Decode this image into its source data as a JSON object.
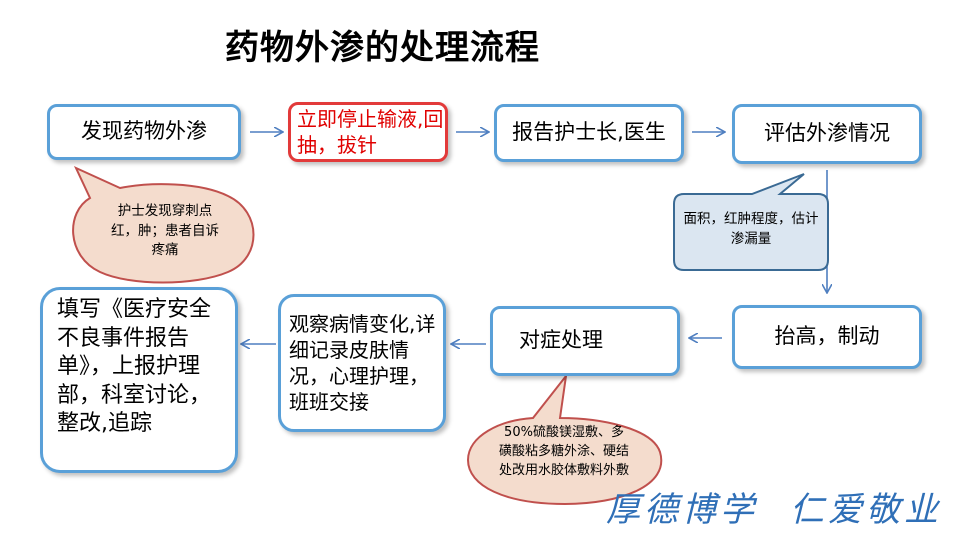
{
  "title": "药物外渗的处理流程",
  "steps": {
    "discover": "发现药物外渗",
    "stop": "立即停止输液,回抽，拔针",
    "report": "报告护士长,医生",
    "assess": "评估外渗情况",
    "elevate": "抬高，制动",
    "treat": "对症处理",
    "observe": "观察病情变化,详细记录皮肤情况，心理护理，班班交接",
    "fill": "填写《医疗安全不良事件报告单》，上报护理部，科室讨论，整改,追踪"
  },
  "notes": {
    "discover_note": "护士发现穿刺点红，肿；患者自诉疼痛",
    "assess_note": "面积，红肿程度，估计渗漏量",
    "treat_note": "50%硫酸镁湿敷、多磺酸粘多糖外涂、硬结处改用水胶体敷料外敷"
  },
  "motto": {
    "left": "厚德博学",
    "right": "仁爱敬业"
  },
  "colors": {
    "box_border": "#5aa0d8",
    "alert_border": "#e23a3a",
    "alert_text": "#e00000",
    "bubble_fill": "#f4dccd",
    "bubble_stroke": "#c0504d",
    "callout_fill": "#dbe6f1",
    "callout_stroke": "#3a6a94",
    "arrow": "#4f7fc0",
    "motto": "#2f6fb7"
  }
}
